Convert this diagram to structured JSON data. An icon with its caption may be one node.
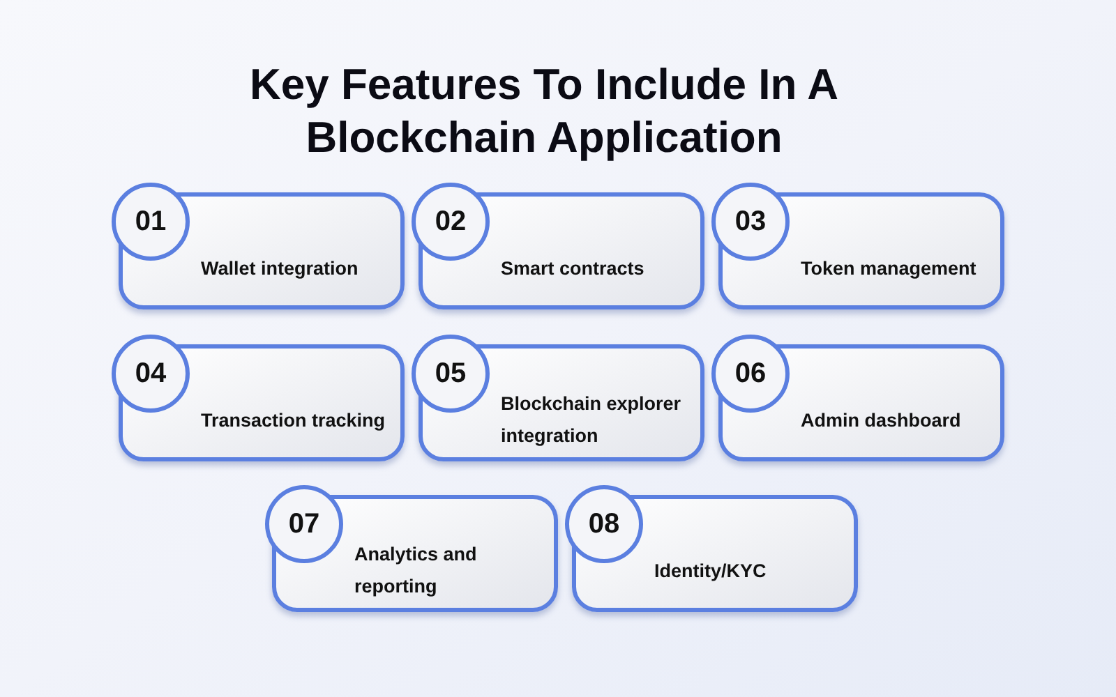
{
  "diagram": {
    "title": "Key Features To Include In A Blockchain Application",
    "nodes": [
      {
        "text": [
          "01",
          "Wallet integration"
        ]
      },
      {
        "text": [
          "02",
          "Smart contracts"
        ]
      },
      {
        "text": [
          "03",
          "Token management"
        ]
      },
      {
        "text": [
          "04",
          "Transaction tracking"
        ]
      },
      {
        "text": [
          "05",
          "Blockchain explorer integration"
        ]
      },
      {
        "text": [
          "06",
          "Admin dashboard"
        ]
      },
      {
        "text": [
          "07",
          "Analytics and reporting"
        ]
      },
      {
        "text": [
          "08",
          "Identity/KYC"
        ]
      }
    ]
  }
}
